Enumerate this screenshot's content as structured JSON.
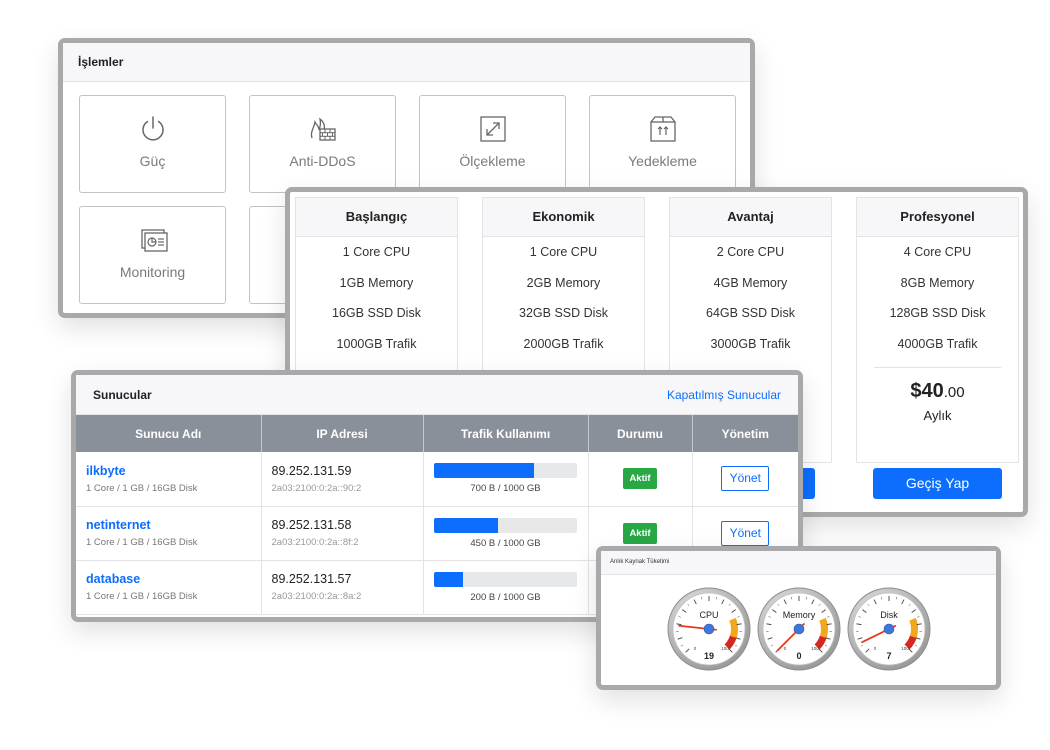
{
  "islemler": {
    "title": "İşlemler",
    "tiles": [
      {
        "label": "Güç",
        "icon": "power-icon"
      },
      {
        "label": "Anti-DDoS",
        "icon": "firewall-icon"
      },
      {
        "label": "Ölçekleme",
        "icon": "resize-icon"
      },
      {
        "label": "Yedekleme",
        "icon": "backup-box-icon"
      },
      {
        "label": "Monitoring",
        "icon": "monitoring-icon"
      }
    ]
  },
  "plans": [
    {
      "name": "Başlangıç",
      "specs": [
        "1 Core CPU",
        "1GB Memory",
        "16GB SSD Disk",
        "1000GB Trafik"
      ]
    },
    {
      "name": "Ekonomik",
      "specs": [
        "1 Core CPU",
        "2GB Memory",
        "32GB SSD Disk",
        "2000GB Trafik"
      ]
    },
    {
      "name": "Avantaj",
      "specs": [
        "2 Core CPU",
        "4GB Memory",
        "64GB SSD Disk",
        "3000GB Trafik"
      ]
    },
    {
      "name": "Profesyonel",
      "specs": [
        "4 Core CPU",
        "8GB Memory",
        "128GB SSD Disk",
        "4000GB Trafik"
      ],
      "price": "$40",
      "cents": ".00",
      "period": "Aylık",
      "button": "Geçiş Yap"
    }
  ],
  "servers": {
    "title": "Sunucular",
    "link": "Kapatılmış Sunucular",
    "columns": [
      "Sunucu Adı",
      "IP Adresi",
      "Trafik Kullanımı",
      "Durumu",
      "Yönetim"
    ],
    "rows": [
      {
        "name": "ilkbyte",
        "spec": "1 Core / 1 GB / 16GB Disk",
        "ip": "89.252.131.59",
        "ipv6": "2a03:2100:0:2a::90:2",
        "usage": 0.7,
        "usage_text": "700 B / 1000 GB",
        "status": "Aktif",
        "action": "Yönet"
      },
      {
        "name": "netinternet",
        "spec": "1 Core / 1 GB / 16GB Disk",
        "ip": "89.252.131.58",
        "ipv6": "2a03:2100:0:2a::8f:2",
        "usage": 0.45,
        "usage_text": "450 B / 1000 GB",
        "status": "Aktif",
        "action": "Yönet"
      },
      {
        "name": "database",
        "spec": "1 Core / 1 GB / 16GB Disk",
        "ip": "89.252.131.57",
        "ipv6": "2a03:2100:0:2a::8a:2",
        "usage": 0.2,
        "usage_text": "200 B / 1000 GB",
        "status": "",
        "action": ""
      }
    ]
  },
  "gauges": {
    "title": "Anlık Kaynak Tüketimi",
    "min_label": "0",
    "max_label": "100",
    "items": [
      {
        "label": "CPU",
        "value": 19,
        "value_text": "19"
      },
      {
        "label": "Memory",
        "value": 0,
        "value_text": "0"
      },
      {
        "label": "Disk",
        "value": 7,
        "value_text": "7"
      }
    ],
    "colors": {
      "yellow": "#f2a81d",
      "red": "#d4281e",
      "needle": "#e8381e",
      "hub": "#3f77d8"
    }
  },
  "colors": {
    "primary": "#0d6efd",
    "success": "#28a745",
    "table_header": "#8a9099"
  }
}
